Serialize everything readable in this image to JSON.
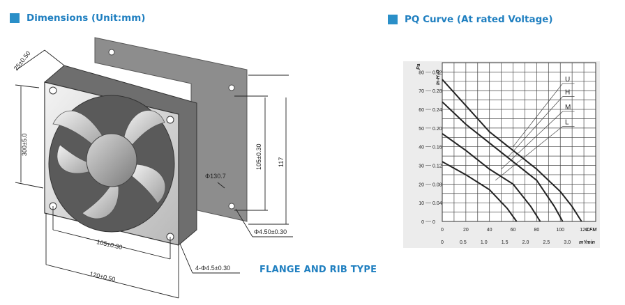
{
  "sections": {
    "dimensions_title": "Dimensions (Unit:mm)",
    "pq_title": "PQ Curve (At rated Voltage)",
    "flange_caption": "FLANGE AND RIB TYPE"
  },
  "colors": {
    "accent": "#2a8fc8",
    "title_text": "#1f7fc0",
    "chart_bg": "#ececec",
    "plot_bg": "#ffffff"
  },
  "dimensions": {
    "depth": "25±0.50",
    "cable": "300±5.0",
    "hole_pitch_v": "105±0.30",
    "frame_height": "117",
    "diameter": "Φ130.7",
    "hole_diameter": "Φ4.50±0.30",
    "hole_pitch_h": "105±0.30",
    "frame_width": "120±0.50",
    "mount_holes": "4-Φ4.5±0.30"
  },
  "chart_data": {
    "type": "line",
    "title": "",
    "y_units": [
      "Pa",
      "In-H₂O"
    ],
    "x_units": [
      "CFM",
      "m³/min"
    ],
    "y_ticks_pa": [
      "0",
      "10",
      "20",
      "30",
      "40",
      "50",
      "60",
      "70",
      "80"
    ],
    "y_ticks_inh2o": [
      "0",
      "0.04",
      "0.08",
      "0.12",
      "0.16",
      "0.20",
      "0.24",
      "0.28",
      "0.32"
    ],
    "x_ticks_cfm": [
      "0",
      "20",
      "40",
      "60",
      "80",
      "100",
      "120"
    ],
    "x_ticks_m3": [
      "0",
      "0.5",
      "1.0",
      "1.5",
      "2.0",
      "2.5",
      "3.0"
    ],
    "xlim": [
      0,
      130
    ],
    "ylim": [
      0,
      85
    ],
    "grid": true,
    "legend_position": "right",
    "series": [
      {
        "name": "U",
        "x": [
          0,
          20,
          40,
          60,
          80,
          100,
          110,
          118
        ],
        "y": [
          76,
          62,
          48,
          38,
          28,
          16,
          8,
          0
        ]
      },
      {
        "name": "H",
        "x": [
          0,
          20,
          40,
          60,
          80,
          95,
          102
        ],
        "y": [
          64,
          52,
          42,
          32,
          22,
          8,
          0
        ]
      },
      {
        "name": "M",
        "x": [
          0,
          20,
          40,
          60,
          75,
          83
        ],
        "y": [
          47,
          38,
          28,
          20,
          8,
          0
        ]
      },
      {
        "name": "L",
        "x": [
          0,
          20,
          40,
          55,
          63
        ],
        "y": [
          32,
          25,
          17,
          7,
          0
        ]
      }
    ]
  }
}
